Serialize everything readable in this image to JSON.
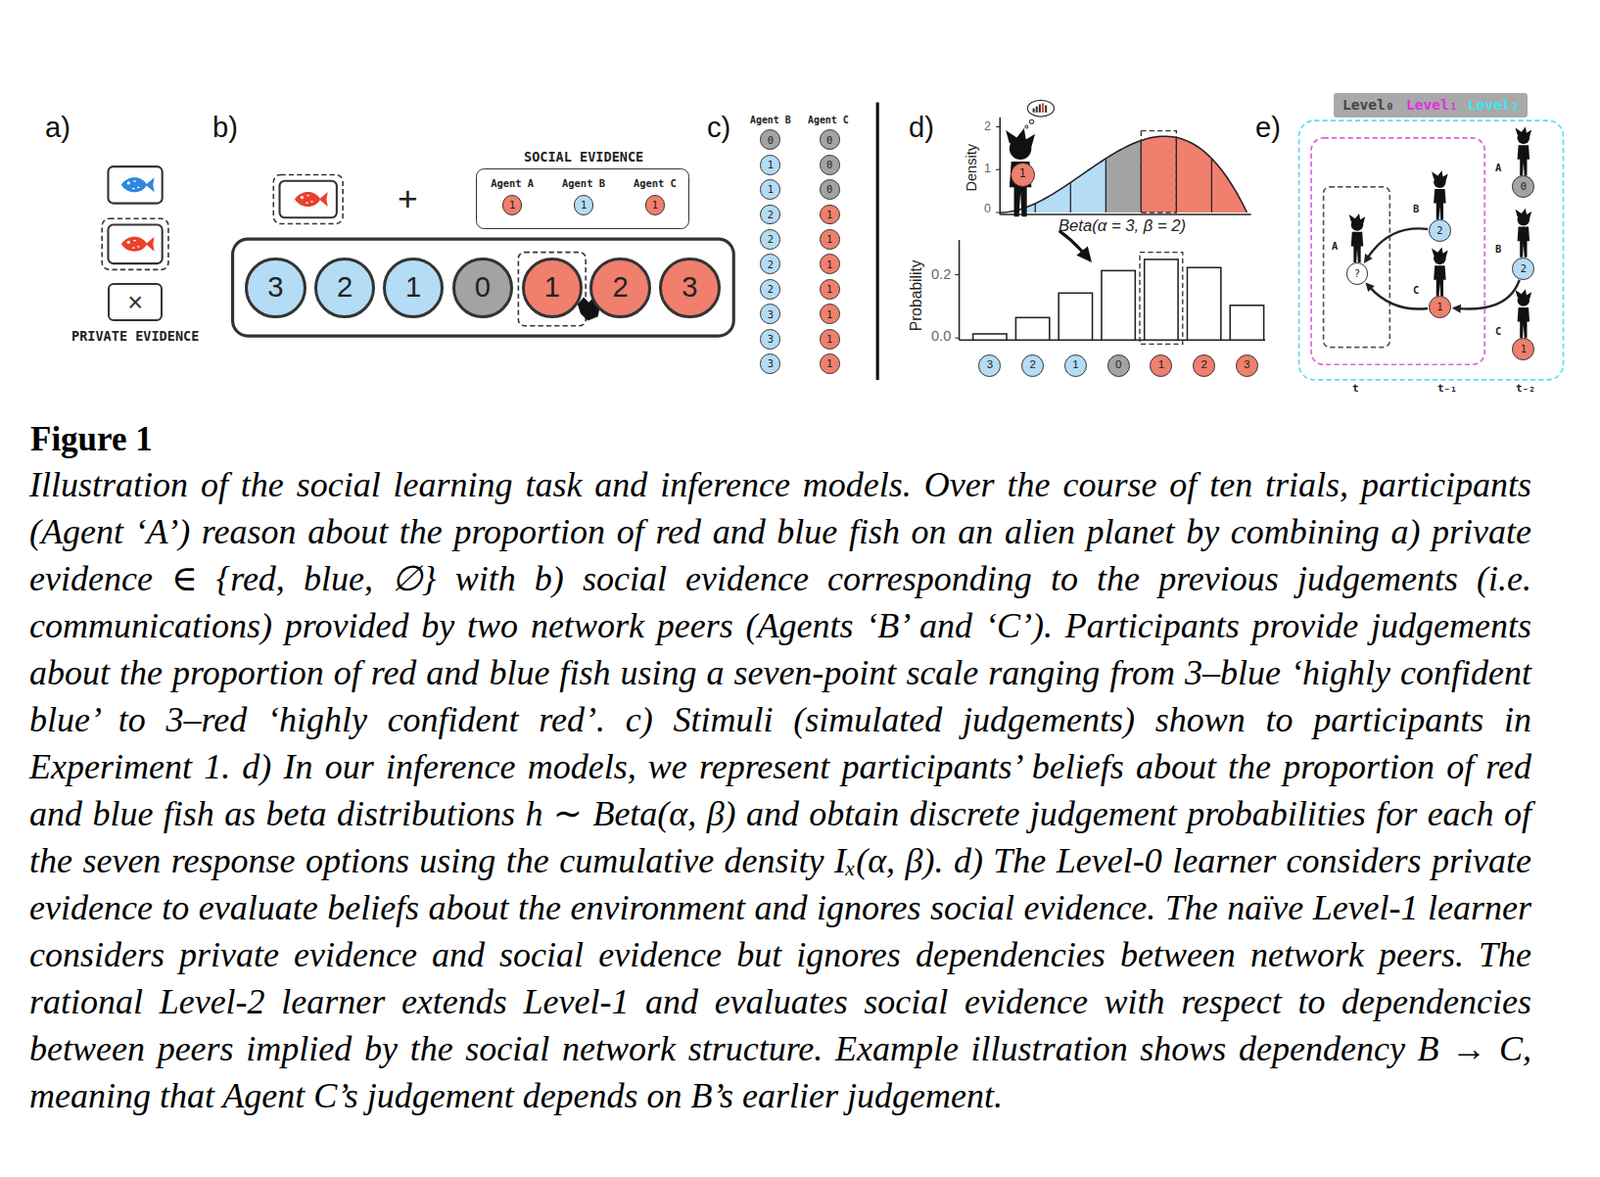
{
  "diagram": {
    "title": "Figure 1",
    "caption": "Illustration of the social learning task and inference models. Over the course of ten trials, participants (Agent ‘A’) reason about the proportion of red and blue fish on an alien planet by combining a) private evidence ∈ {red, blue, ∅} with b) social evidence corresponding to the previous judgements (i.e. communications) provided by two network peers (Agents ‘B’ and ‘C’). Participants provide judgements about the proportion of red and blue fish using a seven-point scale ranging from 3–blue ‘highly confident blue’ to 3–red ‘highly confident red’. c) Stimuli (simulated judgements) shown to participants in Experiment 1. d) In our inference models, we represent participants’ beliefs about the proportion of red and blue fish as beta distributions h ∼ Beta(α, β) and obtain discrete judgement probabilities for each of the seven response options using the cumulative density Iₓ(α, β). d) The Level-0 learner considers private evidence to evaluate beliefs about the environment and ignores social evidence. The naïve Level-1 learner considers private evidence and social evidence but ignores dependencies between network peers. The rational Level-2 learner extends Level-1 and evaluates social evidence with respect to dependencies between peers implied by the social network structure. Example illustration shows dependency B → C, meaning that Agent C’s judgement depends on B’s earlier judgement.",
    "nodes": [
      {
        "text": [
          "×"
        ]
      },
      {
        "text": [
          "SOCIAL EVIDENCE"
        ]
      },
      {
        "text": [
          "Agent A",
          "1"
        ],
        "in": 1
      },
      {
        "text": [
          "Agent B",
          "1"
        ],
        "in": 1
      },
      {
        "text": [
          "Agent C",
          "1"
        ],
        "in": 1
      },
      {
        "text": [
          "3"
        ]
      },
      {
        "text": [
          "2"
        ]
      },
      {
        "text": [
          "1"
        ]
      },
      {
        "text": [
          "0"
        ]
      },
      {
        "text": [
          "1"
        ]
      },
      {
        "text": [
          "2"
        ]
      },
      {
        "text": [
          "3"
        ]
      },
      {
        "text": [
          "0"
        ]
      },
      {
        "text": [
          "1"
        ]
      },
      {
        "text": [
          "1"
        ]
      },
      {
        "text": [
          "2"
        ]
      },
      {
        "text": [
          "2"
        ]
      },
      {
        "text": [
          "2"
        ]
      },
      {
        "text": [
          "2"
        ]
      },
      {
        "text": [
          "3"
        ]
      },
      {
        "text": [
          "3"
        ]
      },
      {
        "text": [
          "3"
        ]
      },
      {
        "text": [
          "0"
        ]
      },
      {
        "text": [
          "0"
        ]
      },
      {
        "text": [
          "0"
        ]
      },
      {
        "text": [
          "1"
        ]
      },
      {
        "text": [
          "1"
        ]
      },
      {
        "text": [
          "1"
        ]
      },
      {
        "text": [
          "1"
        ]
      },
      {
        "text": [
          "1"
        ]
      },
      {
        "text": [
          "1"
        ]
      },
      {
        "text": [
          "1"
        ]
      },
      {
        "text": [
          "1"
        ]
      },
      {
        "text": [
          "3"
        ]
      },
      {
        "text": [
          "2"
        ]
      },
      {
        "text": [
          "1"
        ]
      },
      {
        "text": [
          "0"
        ]
      },
      {
        "text": [
          "1"
        ]
      },
      {
        "text": [
          "2"
        ]
      },
      {
        "text": [
          "3"
        ]
      },
      {
        "text": [
          "?"
        ]
      },
      {
        "text": [
          "2"
        ]
      },
      {
        "text": [
          "1"
        ]
      },
      {
        "text": [
          "0"
        ]
      },
      {
        "text": [
          "2"
        ]
      },
      {
        "text": [
          "1"
        ]
      }
    ],
    "edges": [
      {
        "from": 41,
        "to": 40,
        "arrow": "to"
      },
      {
        "from": 42,
        "to": 40,
        "arrow": "to"
      },
      {
        "from": 44,
        "to": 42,
        "arrow": "to"
      }
    ],
    "labels": [
      "a)",
      "b)",
      "c)",
      "d)",
      "e)",
      "PRIVATE EVIDENCE",
      "+",
      "Agent B",
      "Agent C",
      "2",
      "1",
      "0",
      "Density",
      "Beta(α = 3, β = 2)",
      "Probability",
      "0.2",
      "0.0",
      "Level₀",
      "Level₁",
      "Level₂",
      "A",
      "B",
      "C",
      "A",
      "B",
      "C",
      "t",
      "t₋₁",
      "t₋₂"
    ]
  }
}
